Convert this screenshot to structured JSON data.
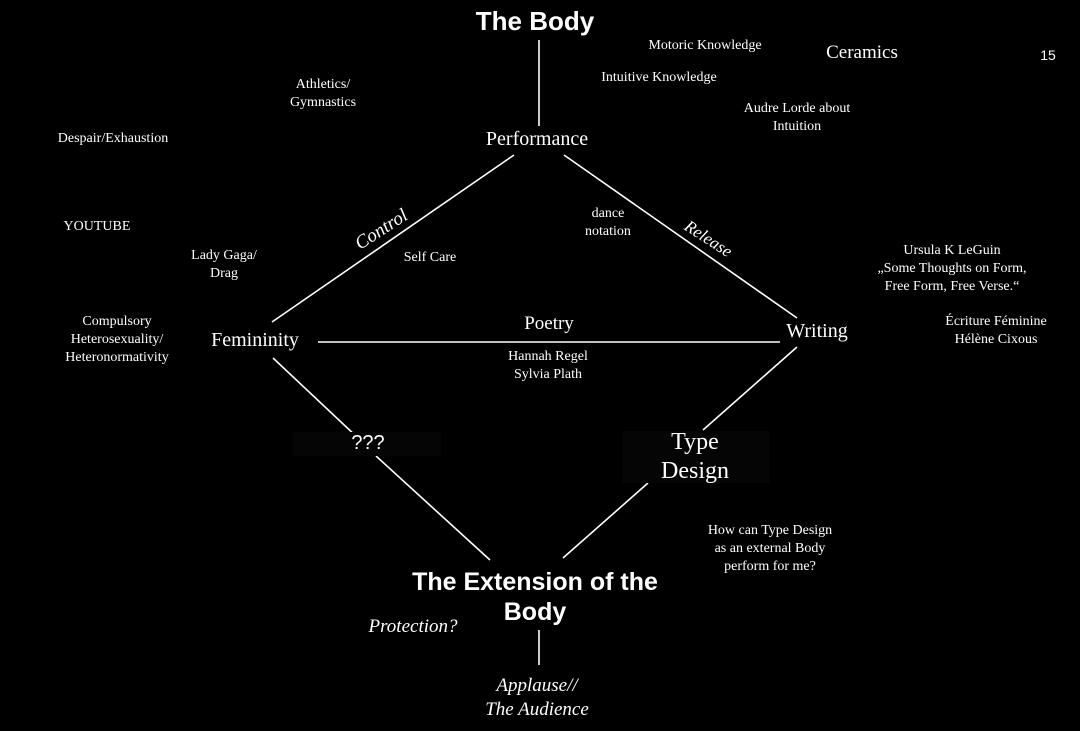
{
  "slide": {
    "page_number": "15",
    "top_title": "The Body",
    "bottom_title": "The Extension of the\nBody",
    "nodes": {
      "performance": "Performance",
      "femininity": "Femininity",
      "writing": "Writing",
      "unknown": "???",
      "type_design": "Type\nDesign"
    },
    "edge_labels": {
      "control": "Control",
      "release": "Release",
      "poetry": "Poetry",
      "protection": "Protection?"
    },
    "notes": {
      "motoric_knowledge": "Motoric Knowledge",
      "ceramics": "Ceramics",
      "intuitive_knowledge": "Intuitive Knowledge",
      "audre_lorde": "Audre Lorde about\nIntuition",
      "athletics": "Athletics/\nGymnastics",
      "despair": "Despair/Exhaustion",
      "youtube": "YOUTUBE",
      "lady_gaga": "Lady Gaga/\nDrag",
      "self_care": "Self Care",
      "dance_notation": "dance\nnotation",
      "ursula": "Ursula K LeGuin\n„Some Thoughts on Form,\nFree Form, Free Verse.“",
      "ecriture": "Écriture Féminine\nHélène Cixous",
      "compulsory": "Compulsory\nHeterosexuality/\nHeteronormativity",
      "hannah_sylvia": "Hannah Regel\nSylvia Plath",
      "type_question": "How can Type Design\nas an external Body\nperform for me?",
      "applause": "Applause//\nThe Audience"
    }
  }
}
